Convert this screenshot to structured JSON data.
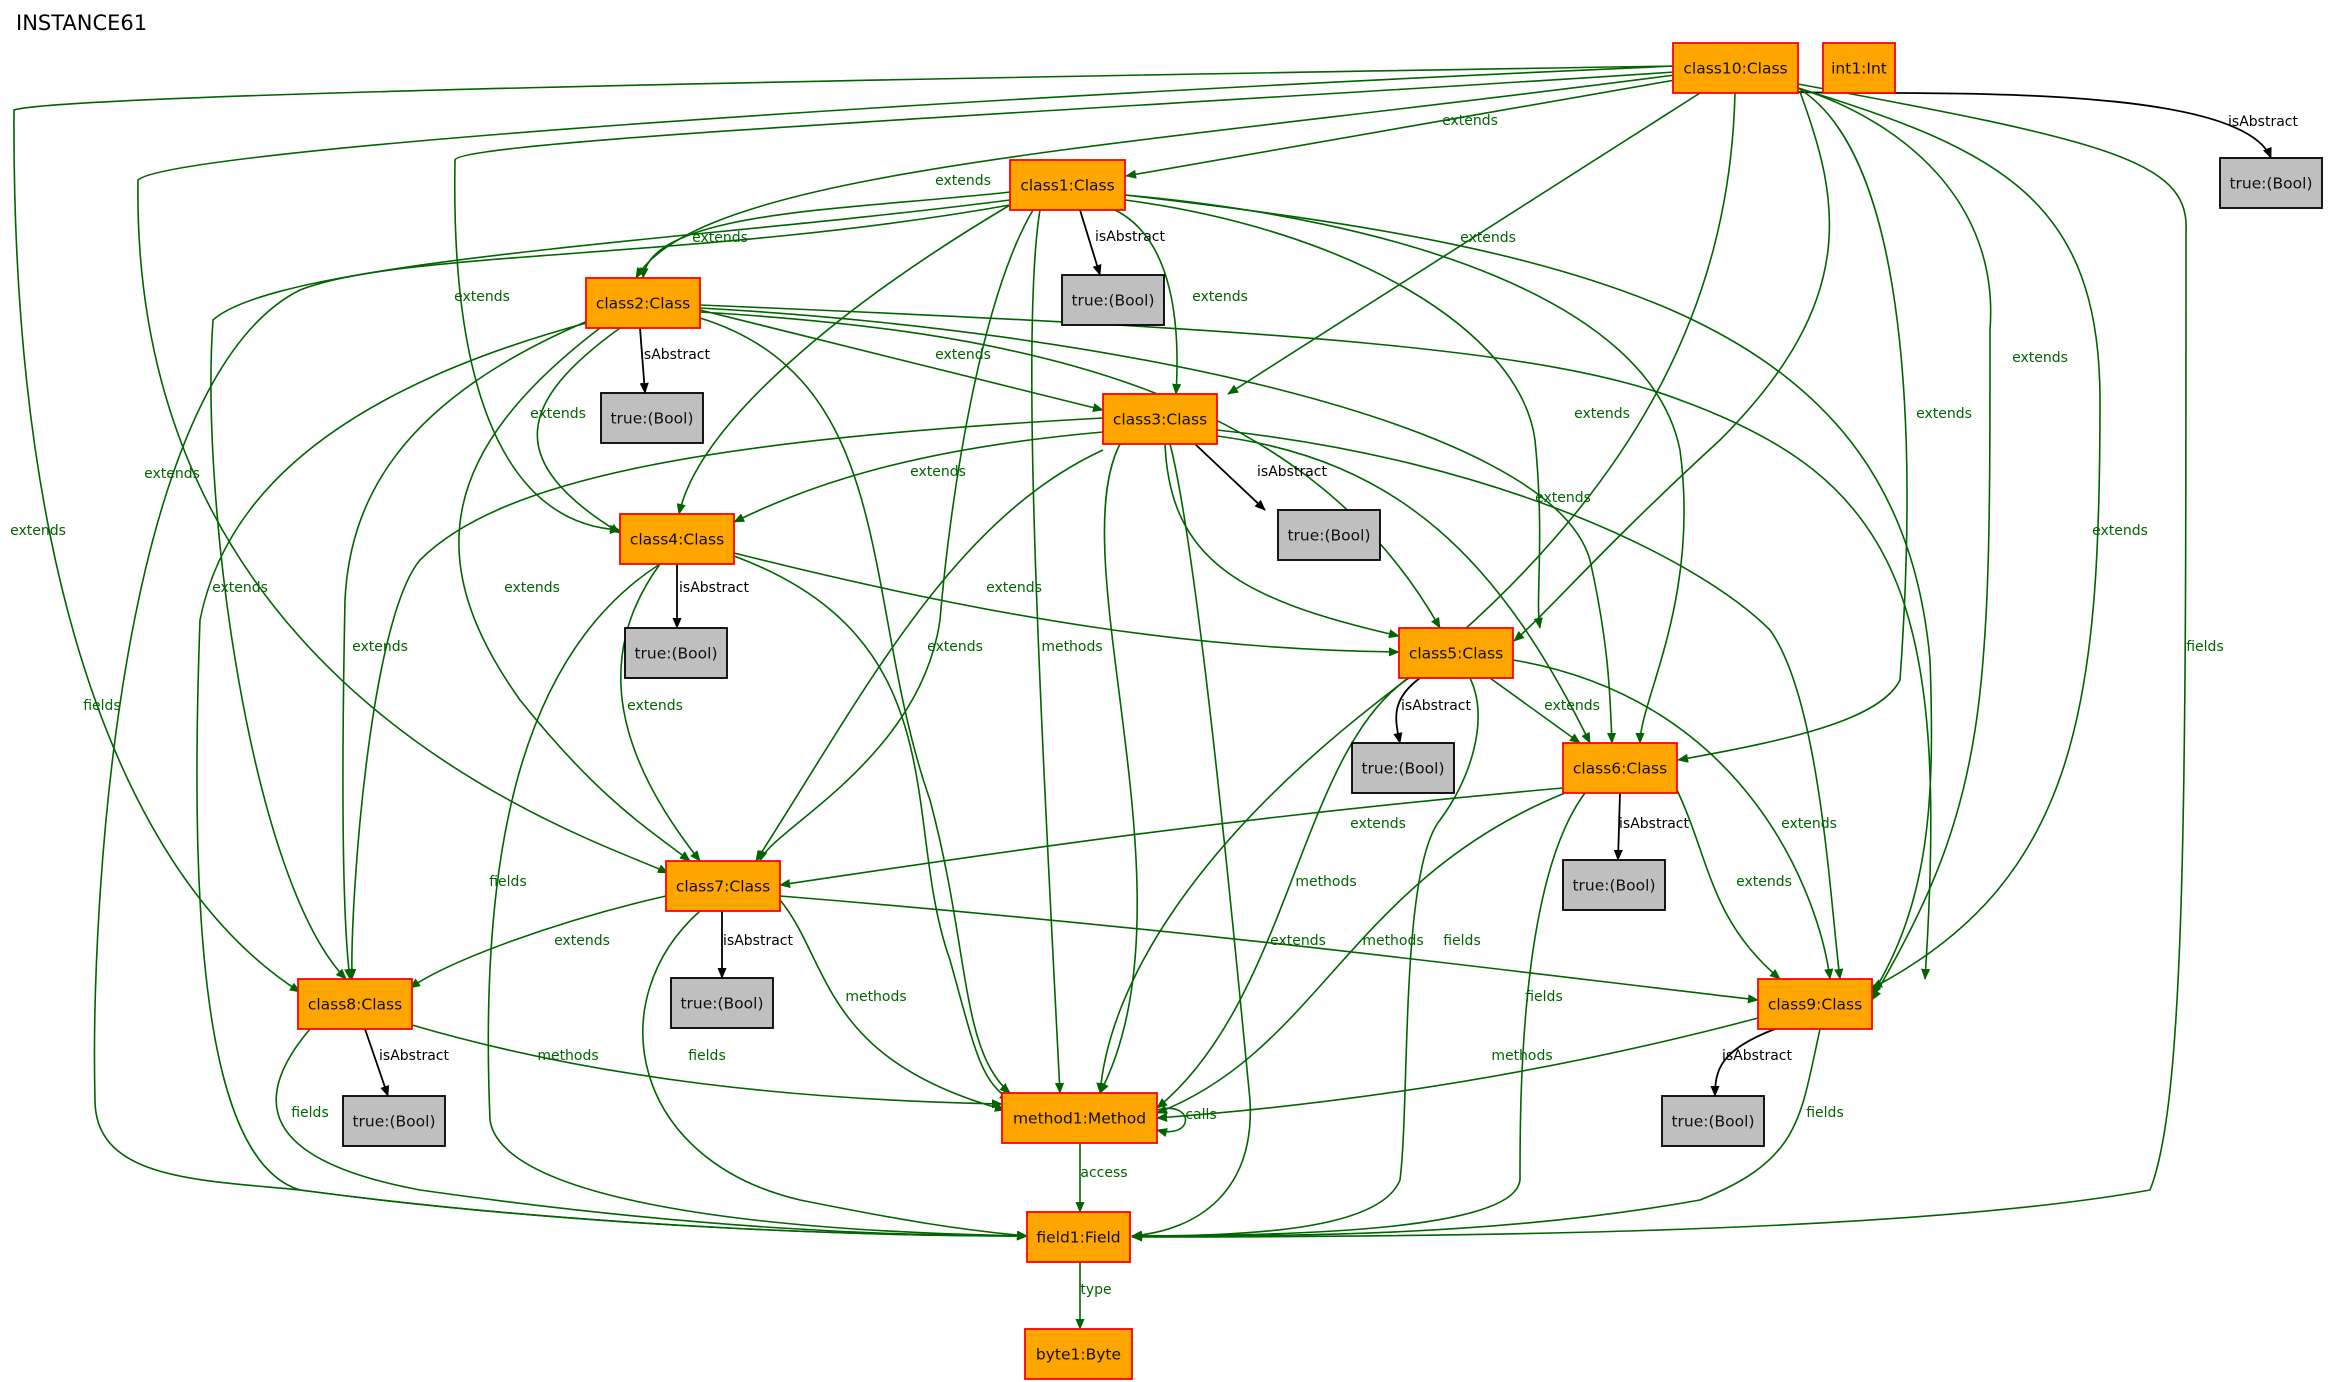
{
  "title": "INSTANCE61",
  "colors": {
    "node_fill": "#ffa500",
    "node_stroke": "#ff0000",
    "bool_fill": "#bfbfbf",
    "bool_stroke": "#000000",
    "edge_green": "#006400",
    "edge_black": "#000000",
    "label_green": "#006400",
    "label_black": "#000000"
  },
  "nodes": [
    {
      "id": "class10",
      "label": "class10:Class",
      "kind": "class"
    },
    {
      "id": "int1",
      "label": "int1:Int",
      "kind": "class"
    },
    {
      "id": "b10",
      "label": "true:(Bool)",
      "kind": "bool"
    },
    {
      "id": "class1",
      "label": "class1:Class",
      "kind": "class"
    },
    {
      "id": "b1",
      "label": "true:(Bool)",
      "kind": "bool"
    },
    {
      "id": "class2",
      "label": "class2:Class",
      "kind": "class"
    },
    {
      "id": "b2",
      "label": "true:(Bool)",
      "kind": "bool"
    },
    {
      "id": "class3",
      "label": "class3:Class",
      "kind": "class"
    },
    {
      "id": "b3",
      "label": "true:(Bool)",
      "kind": "bool"
    },
    {
      "id": "class4",
      "label": "class4:Class",
      "kind": "class"
    },
    {
      "id": "b4",
      "label": "true:(Bool)",
      "kind": "bool"
    },
    {
      "id": "class5",
      "label": "class5:Class",
      "kind": "class"
    },
    {
      "id": "b5",
      "label": "true:(Bool)",
      "kind": "bool"
    },
    {
      "id": "class6",
      "label": "class6:Class",
      "kind": "class"
    },
    {
      "id": "b6",
      "label": "true:(Bool)",
      "kind": "bool"
    },
    {
      "id": "class7",
      "label": "class7:Class",
      "kind": "class"
    },
    {
      "id": "b7",
      "label": "true:(Bool)",
      "kind": "bool"
    },
    {
      "id": "class8",
      "label": "class8:Class",
      "kind": "class"
    },
    {
      "id": "b8",
      "label": "true:(Bool)",
      "kind": "bool"
    },
    {
      "id": "class9",
      "label": "class9:Class",
      "kind": "class"
    },
    {
      "id": "b9",
      "label": "true:(Bool)",
      "kind": "bool"
    },
    {
      "id": "method1",
      "label": "method1:Method",
      "kind": "class"
    },
    {
      "id": "field1",
      "label": "field1:Field",
      "kind": "class"
    },
    {
      "id": "byte1",
      "label": "byte1:Byte",
      "kind": "class"
    }
  ],
  "edges": [
    {
      "from": "class10",
      "to": "b10",
      "label": "isAbstract",
      "color": "black"
    },
    {
      "from": "class10",
      "to": "class1",
      "label": "extends",
      "color": "green"
    },
    {
      "from": "class10",
      "to": "class2",
      "label": "extends",
      "color": "green"
    },
    {
      "from": "class10",
      "to": "class3",
      "label": "extends",
      "color": "green"
    },
    {
      "from": "class10",
      "to": "class4",
      "label": "extends",
      "color": "green"
    },
    {
      "from": "class10",
      "to": "class5",
      "label": "extends",
      "color": "green"
    },
    {
      "from": "class10",
      "to": "class6",
      "label": "extends",
      "color": "green"
    },
    {
      "from": "class10",
      "to": "class7",
      "label": "extends",
      "color": "green"
    },
    {
      "from": "class10",
      "to": "class8",
      "label": "extends",
      "color": "green"
    },
    {
      "from": "class10",
      "to": "class9",
      "label": "extends",
      "color": "green"
    },
    {
      "from": "class10",
      "to": "method1",
      "label": "",
      "color": "green"
    },
    {
      "from": "class10",
      "to": "field1",
      "label": "fields",
      "color": "green"
    },
    {
      "from": "class10",
      "to": "class9",
      "label": "extends",
      "color": "green"
    },
    {
      "from": "class1",
      "to": "b1",
      "label": "isAbstract",
      "color": "black"
    },
    {
      "from": "class1",
      "to": "class2",
      "label": "extends",
      "color": "green"
    },
    {
      "from": "class1",
      "to": "class3",
      "label": "extends",
      "color": "green"
    },
    {
      "from": "class1",
      "to": "class4",
      "label": "extends",
      "color": "green"
    },
    {
      "from": "class1",
      "to": "class5",
      "label": "extends",
      "color": "green"
    },
    {
      "from": "class1",
      "to": "class6",
      "label": "extends",
      "color": "green"
    },
    {
      "from": "class1",
      "to": "class7",
      "label": "extends",
      "color": "green"
    },
    {
      "from": "class1",
      "to": "class8",
      "label": "extends",
      "color": "green"
    },
    {
      "from": "class1",
      "to": "class9",
      "label": "extends",
      "color": "green"
    },
    {
      "from": "class1",
      "to": "method1",
      "label": "methods",
      "color": "green"
    },
    {
      "from": "class1",
      "to": "field1",
      "label": "fields",
      "color": "green"
    },
    {
      "from": "class2",
      "to": "b2",
      "label": "isAbstract",
      "color": "black"
    },
    {
      "from": "class2",
      "to": "class3",
      "label": "extends",
      "color": "green"
    },
    {
      "from": "class2",
      "to": "class4",
      "label": "extends",
      "color": "green"
    },
    {
      "from": "class2",
      "to": "class5",
      "label": "extends",
      "color": "green"
    },
    {
      "from": "class2",
      "to": "class6",
      "label": "extends",
      "color": "green"
    },
    {
      "from": "class2",
      "to": "class7",
      "label": "extends",
      "color": "green"
    },
    {
      "from": "class2",
      "to": "class8",
      "label": "extends",
      "color": "green"
    },
    {
      "from": "class2",
      "to": "class9",
      "label": "extends",
      "color": "green"
    },
    {
      "from": "class2",
      "to": "method1",
      "label": "methods",
      "color": "green"
    },
    {
      "from": "class2",
      "to": "field1",
      "label": "fields",
      "color": "green"
    },
    {
      "from": "class3",
      "to": "b3",
      "label": "isAbstract",
      "color": "black"
    },
    {
      "from": "class3",
      "to": "class4",
      "label": "extends",
      "color": "green"
    },
    {
      "from": "class3",
      "to": "class5",
      "label": "extends",
      "color": "green"
    },
    {
      "from": "class3",
      "to": "class6",
      "label": "extends",
      "color": "green"
    },
    {
      "from": "class3",
      "to": "class7",
      "label": "extends",
      "color": "green"
    },
    {
      "from": "class3",
      "to": "class8",
      "label": "extends",
      "color": "green"
    },
    {
      "from": "class3",
      "to": "class9",
      "label": "extends",
      "color": "green"
    },
    {
      "from": "class3",
      "to": "method1",
      "label": "methods",
      "color": "green"
    },
    {
      "from": "class3",
      "to": "field1",
      "label": "fields",
      "color": "green"
    },
    {
      "from": "class4",
      "to": "b4",
      "label": "isAbstract",
      "color": "black"
    },
    {
      "from": "class4",
      "to": "class5",
      "label": "extends",
      "color": "green"
    },
    {
      "from": "class4",
      "to": "class7",
      "label": "extends",
      "color": "green"
    },
    {
      "from": "class4",
      "to": "method1",
      "label": "methods",
      "color": "green"
    },
    {
      "from": "class4",
      "to": "field1",
      "label": "fields",
      "color": "green"
    },
    {
      "from": "class5",
      "to": "b5",
      "label": "isAbstract",
      "color": "black"
    },
    {
      "from": "class5",
      "to": "class6",
      "label": "extends",
      "color": "green"
    },
    {
      "from": "class5",
      "to": "class9",
      "label": "extends",
      "color": "green"
    },
    {
      "from": "class5",
      "to": "method1",
      "label": "methods",
      "color": "green"
    },
    {
      "from": "class5",
      "to": "field1",
      "label": "fields",
      "color": "green"
    },
    {
      "from": "class6",
      "to": "b6",
      "label": "isAbstract",
      "color": "black"
    },
    {
      "from": "class6",
      "to": "class7",
      "label": "extends",
      "color": "green"
    },
    {
      "from": "class6",
      "to": "class9",
      "label": "extends",
      "color": "green"
    },
    {
      "from": "class6",
      "to": "method1",
      "label": "methods",
      "color": "green"
    },
    {
      "from": "class6",
      "to": "field1",
      "label": "fields",
      "color": "green"
    },
    {
      "from": "class7",
      "to": "b7",
      "label": "isAbstract",
      "color": "black"
    },
    {
      "from": "class7",
      "to": "class8",
      "label": "extends",
      "color": "green"
    },
    {
      "from": "class7",
      "to": "class9",
      "label": "extends",
      "color": "green"
    },
    {
      "from": "class7",
      "to": "method1",
      "label": "methods",
      "color": "green"
    },
    {
      "from": "class7",
      "to": "field1",
      "label": "fields",
      "color": "green"
    },
    {
      "from": "class8",
      "to": "b8",
      "label": "isAbstract",
      "color": "black"
    },
    {
      "from": "class8",
      "to": "method1",
      "label": "methods",
      "color": "green"
    },
    {
      "from": "class8",
      "to": "field1",
      "label": "fields",
      "color": "green"
    },
    {
      "from": "class9",
      "to": "b9",
      "label": "isAbstract",
      "color": "black"
    },
    {
      "from": "class9",
      "to": "method1",
      "label": "methods",
      "color": "green"
    },
    {
      "from": "class9",
      "to": "field1",
      "label": "fields",
      "color": "green"
    },
    {
      "from": "method1",
      "to": "method1",
      "label": "calls",
      "color": "green"
    },
    {
      "from": "method1",
      "to": "field1",
      "label": "access",
      "color": "green"
    },
    {
      "from": "field1",
      "to": "byte1",
      "label": "type",
      "color": "green"
    }
  ]
}
